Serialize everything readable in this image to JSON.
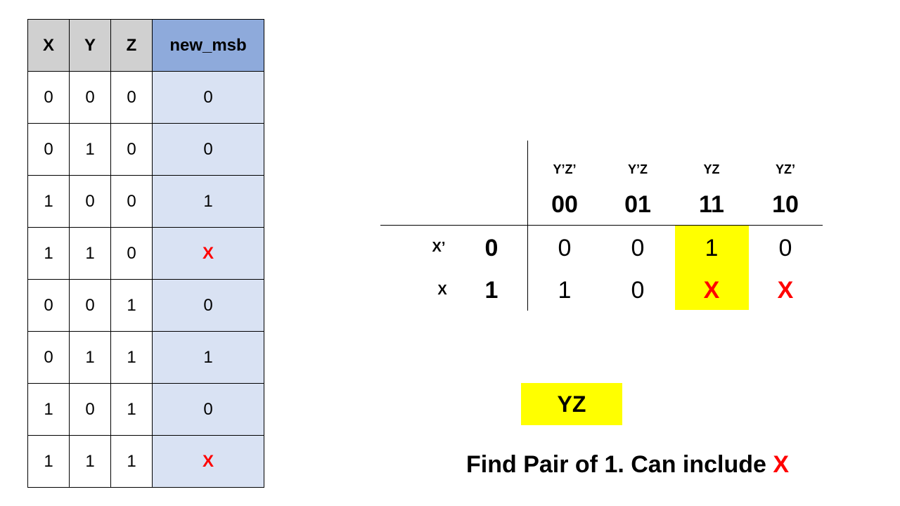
{
  "truth_table": {
    "headers": [
      "X",
      "Y",
      "Z",
      "new_msb"
    ],
    "rows": [
      [
        "0",
        "0",
        "0",
        "0"
      ],
      [
        "0",
        "1",
        "0",
        "0"
      ],
      [
        "1",
        "0",
        "0",
        "1"
      ],
      [
        "1",
        "1",
        "0",
        "X"
      ],
      [
        "0",
        "0",
        "1",
        "0"
      ],
      [
        "0",
        "1",
        "1",
        "1"
      ],
      [
        "1",
        "0",
        "1",
        "0"
      ],
      [
        "1",
        "1",
        "1",
        "X"
      ]
    ]
  },
  "kmap": {
    "col_names": [
      "Y’Z’",
      "Y’Z",
      "YZ",
      "YZ’"
    ],
    "col_codes": [
      "00",
      "01",
      "11",
      "10"
    ],
    "row_names": [
      "X’",
      "X"
    ],
    "row_codes": [
      "0",
      "1"
    ],
    "cells": [
      [
        "0",
        "0",
        "1",
        "0"
      ],
      [
        "1",
        "0",
        "X",
        "X"
      ]
    ],
    "highlight_color": "#ffff00",
    "dont_care_color": "#ff0000"
  },
  "answer": "YZ",
  "caption": {
    "text": "Find Pair of 1. Can include ",
    "emphasis": "X"
  }
}
